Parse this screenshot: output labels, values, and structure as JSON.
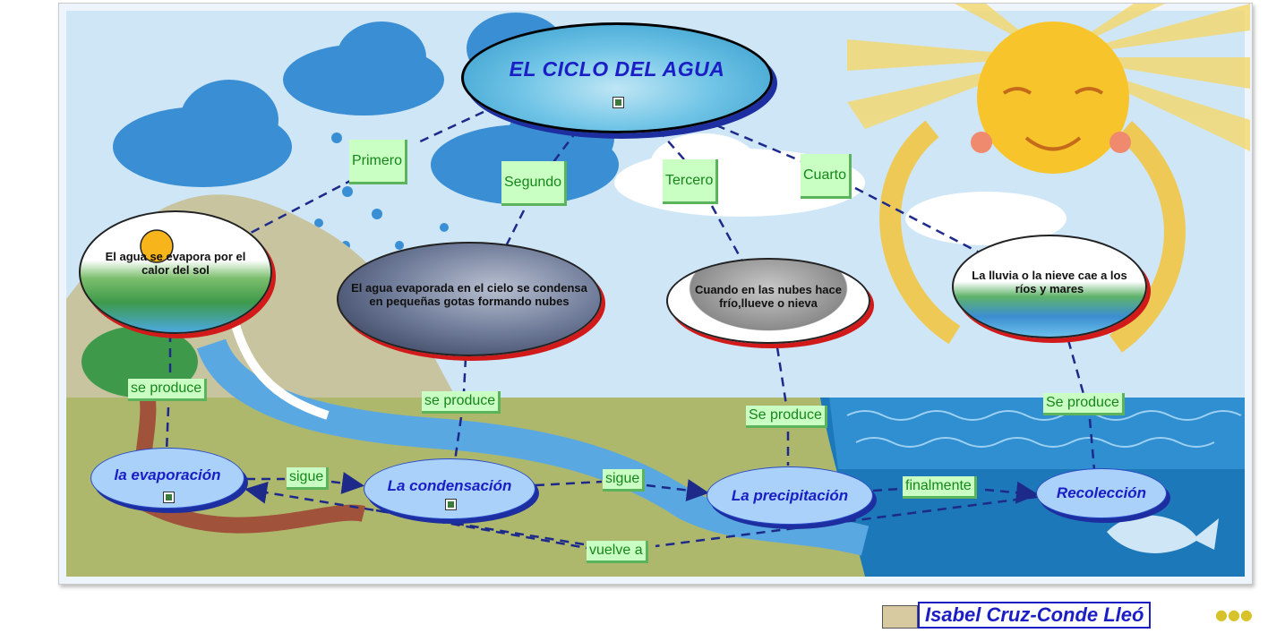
{
  "title": "EL CICLO DEL AGUA",
  "steps": [
    {
      "label": "Primero",
      "description": "El agua se evapora por el calor del sol",
      "link": "se produce",
      "stage": "la evaporación"
    },
    {
      "label": "Segundo",
      "description": "El agua evaporada en el cielo se condensa en pequeñas gotas formando nubes",
      "link": "se produce",
      "stage": "La condensación"
    },
    {
      "label": "Tercero",
      "description": "Cuando en las nubes hace frío,llueve o nieva",
      "link": "Se produce",
      "stage": "La precipitación"
    },
    {
      "label": "Cuarto",
      "description": "La lluvia o la nieve cae a los ríos y mares",
      "link": "Se produce",
      "stage": "Recolección"
    }
  ],
  "connectors": {
    "sigue_1": "sigue",
    "sigue_2": "sigue",
    "finalmente": "finalmente",
    "vuelve_a": "vuelve a"
  },
  "author": "Isabel Cruz-Conde Lleó",
  "colors": {
    "sky": "#cfe6f7",
    "sun": "#f7c52b",
    "hill": "#a8bd74",
    "sea": "#1c78b8",
    "node_text": "#1a1ec4",
    "label_bg": "#caffc4",
    "label_text": "#15861a",
    "connector": "#1d2a8a"
  }
}
